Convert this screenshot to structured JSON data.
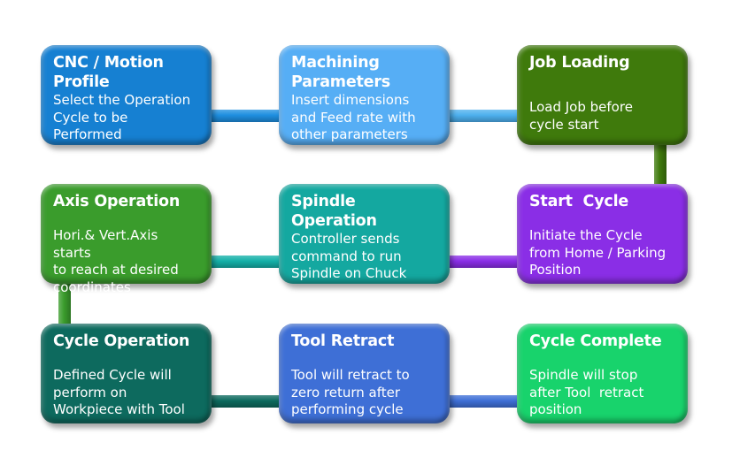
{
  "steps": [
    {
      "title_lines": [
        "CNC / Motion",
        "Profile"
      ],
      "desc_lines": [
        "Select the Operation",
        "Cycle to be",
        "Performed"
      ],
      "color": "#1680d2"
    },
    {
      "title_lines": [
        "Machining",
        "Parameters"
      ],
      "desc_lines": [
        "Insert dimensions",
        "and Feed rate with",
        "other parameters"
      ],
      "color": "#56aef5"
    },
    {
      "title_lines": [
        "Job Loading"
      ],
      "desc_lines": [
        "Load Job before",
        "cycle start"
      ],
      "color": "#3f7a0c"
    },
    {
      "title_lines": [
        "Axis Operation"
      ],
      "desc_lines": [
        "Hori.& Vert.Axis starts",
        "to reach at desired",
        "coordinates"
      ],
      "color": "#3a9c2c"
    },
    {
      "title_lines": [
        "Spindle",
        "Operation"
      ],
      "desc_lines": [
        "Controller sends",
        "command to run",
        "Spindle on Chuck"
      ],
      "color": "#14a8a0"
    },
    {
      "title_lines": [
        "Start  Cycle"
      ],
      "desc_lines": [
        "Initiate the Cycle",
        "from Home / Parking",
        "Position"
      ],
      "color": "#8a2ee6"
    },
    {
      "title_lines": [
        "Cycle Operation"
      ],
      "desc_lines": [
        "Defined Cycle will",
        "perform on",
        "Workpiece with Tool"
      ],
      "color": "#0d6a5e"
    },
    {
      "title_lines": [
        "Tool Retract"
      ],
      "desc_lines": [
        "Tool will retract to",
        "zero return after",
        "performing cycle"
      ],
      "color": "#3e6fd6"
    },
    {
      "title_lines": [
        "Cycle Complete"
      ],
      "desc_lines": [
        "Spindle will stop",
        "after Tool  retract",
        "position"
      ],
      "color": "#18d36c"
    }
  ],
  "connector_colors": {
    "c1_2": "#1e8fe0",
    "c2_3": "#4db0ee",
    "c3_6": "#3f7a0c",
    "c6_5": "#8a2ee6",
    "c5_4": "#14b0a8",
    "c4_7": "#3a9c2c",
    "c7_8": "#0d6a5e",
    "c8_9": "#3e6fd6"
  }
}
